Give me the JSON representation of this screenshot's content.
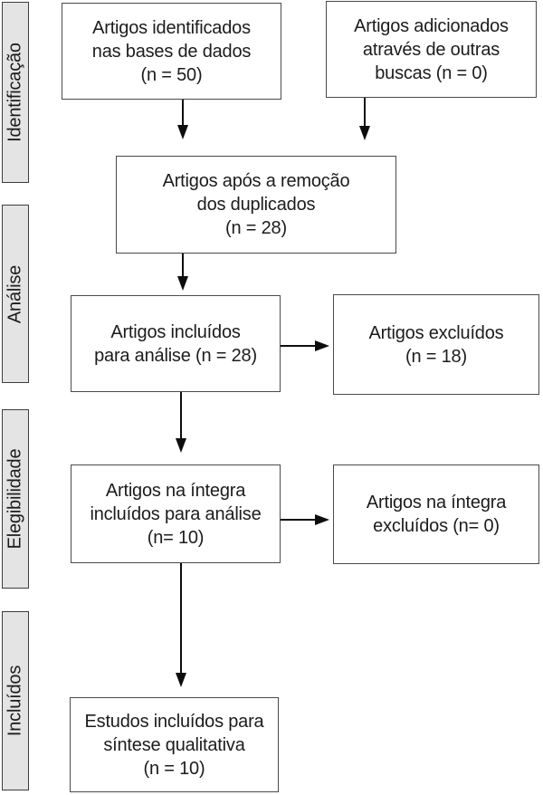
{
  "diagram": {
    "kind": "prisma-flow",
    "language": "pt"
  },
  "stages": [
    {
      "label": "Identificação"
    },
    {
      "label": "Análise"
    },
    {
      "label": "Elegibilidade"
    },
    {
      "label": "Incluídos"
    }
  ],
  "boxes": [
    {
      "name": "identified-databases",
      "text": "Artigos identificados\nnas bases de dados\n(n = 50)",
      "n": 50
    },
    {
      "name": "additional-sources",
      "text": "Artigos adicionados\natravés de outras\nbuscas (n = 0)",
      "n": 0
    },
    {
      "name": "after-duplicates-removed",
      "text": "Artigos após a remoção\ndos duplicados\n(n = 28)",
      "n": 28
    },
    {
      "name": "included-for-analysis",
      "text": "Artigos incluídos\npara análise (n = 28)",
      "n": 28
    },
    {
      "name": "excluded",
      "text": "Artigos excluídos\n(n = 18)",
      "n": 18
    },
    {
      "name": "fulltext-included",
      "text": "Artigos na íntegra\nincluídos para análise\n(n= 10)",
      "n": 10
    },
    {
      "name": "fulltext-excluded",
      "text": "Artigos na íntegra\nexcluídos (n= 0)",
      "n": 0
    },
    {
      "name": "qualitative-synthesis",
      "text": "Estudos incluídos para\nsíntese qualitativa\n(n = 10)",
      "n": 10
    }
  ],
  "colors": {
    "background": "#ffffff",
    "stage_fill": "#e4e4e4",
    "stage_border": "#3d3d3d",
    "box_fill": "#ffffff",
    "box_border": "#4a4a4a",
    "text": "#1c1c1c",
    "arrow": "#0d0d0d"
  }
}
